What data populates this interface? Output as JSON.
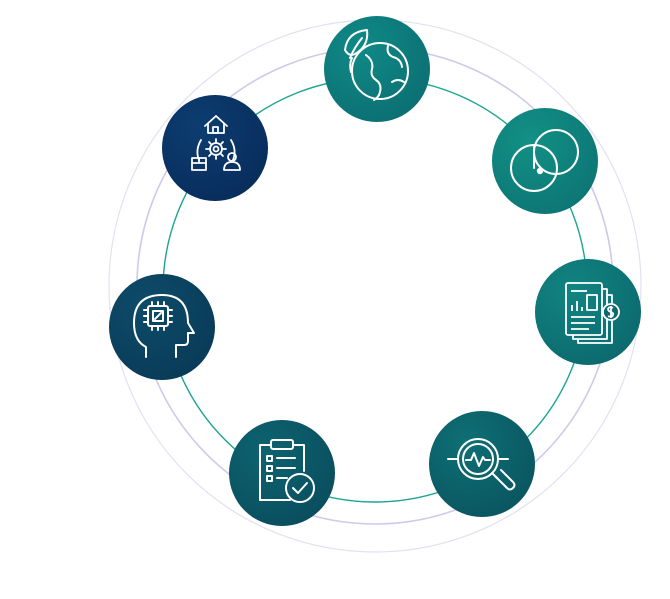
{
  "colors": {
    "ring_inner": "#1aa592",
    "ring_middle": "#cfc9ea",
    "ring_outer": "#e2e0f2",
    "icon_stroke": "#ffffff"
  },
  "nodes": [
    {
      "id": "earth-leaf",
      "icon": "earth-leaf-icon",
      "colors": [
        "#0f8a86",
        "#0c6f73"
      ]
    },
    {
      "id": "overlap-circles",
      "icon": "overlapping-circles-icon",
      "colors": [
        "#129085",
        "#0d7675"
      ]
    },
    {
      "id": "financial-report",
      "icon": "financial-report-icon",
      "colors": [
        "#118481",
        "#0c6a6f"
      ]
    },
    {
      "id": "analysis",
      "icon": "magnifier-analysis-icon",
      "colors": [
        "#0e6f74",
        "#0a5661"
      ]
    },
    {
      "id": "checklist",
      "icon": "clipboard-check-icon",
      "colors": [
        "#0d6370",
        "#0a4e5e"
      ]
    },
    {
      "id": "ai-mind",
      "icon": "ai-head-chip-icon",
      "colors": [
        "#0d4c69",
        "#093b58"
      ]
    },
    {
      "id": "process",
      "icon": "home-gear-process-icon",
      "colors": [
        "#0c3d70",
        "#082d5c"
      ]
    }
  ]
}
